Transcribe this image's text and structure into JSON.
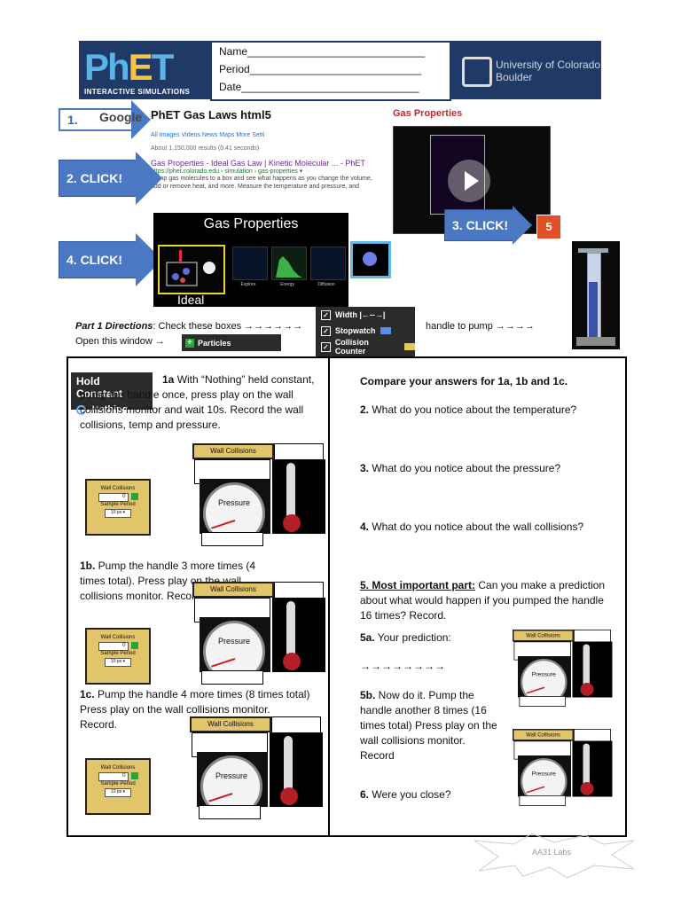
{
  "header": {
    "phet_logo_text": "PhET",
    "phet_logo_subtext": "INTERACTIVE SIMULATIONS",
    "name_line": "Name______________________________",
    "period_line": "Period_____________________________",
    "date_line": "Date______________________________",
    "university": [
      "University of Colorado",
      "Boulder"
    ]
  },
  "steps": {
    "step1_label": "1.",
    "google_logo": "Google",
    "search_query": "PhET Gas Laws html5",
    "search_tabs": "All   Images   Videos   News   Maps   More      Setti",
    "results_count": "About 1,150,000 results (0.41 seconds)",
    "result_title": "Gas Properties - Ideal Gas Law | Kinetic Molecular ... - PhET",
    "result_url": "https://phet.colorado.edu › simulation › gas-properties ▾",
    "result_desc": "Pump gas molecules to a box and see what happens as you change the volume, add or remove heat, and more. Measure the temperature and pressure, and",
    "step2_label": "2. CLICK!",
    "sim_page_title": "Gas Properties",
    "step3_label": "3. CLICK!",
    "html5_badge": "5",
    "step4_label": "4. CLICK!",
    "gp_screen_title": "Gas Properties",
    "ideal_label": "Ideal",
    "thumb_labels": [
      "Explore",
      "Energy",
      "Diffusion"
    ]
  },
  "directions": {
    "part_label": "Part 1 Directions",
    "line1_rest": ": Check these boxes →→→→→→",
    "line2": "Open this window →",
    "particles_button": "Particles",
    "handle_text": "handle to pump →→→→",
    "checkboxes": [
      "Width  |←--→|",
      "Stopwatch",
      "Collision Counter"
    ]
  },
  "left": {
    "hold_title": "Hold Constant",
    "hold_option": "Nothing",
    "q1a_num": "1a",
    "q1a_text": " With “Nothing” held constant, pump the handle once, press play on the wall collisions monitor and wait 10s. Record the wall collisions, temp and pressure.",
    "q1b_num": "1b.",
    "q1b_text": " Pump the handle 3 more times (4 times total). Press play on the wall collisions monitor. Record.",
    "q1c_num": "1c.",
    "q1c_text": " Pump the handle 4 more times (8 times total) Press play on the wall collisions monitor. Record."
  },
  "widget": {
    "title": "Wall Collisions",
    "count": "0",
    "sample_label": "Sample Period",
    "sample_value": "10 ps ▾",
    "pressure_label": "Pressure"
  },
  "right": {
    "compare": "Compare your answers for 1a, 1b and 1c.",
    "q2_num": "2.",
    "q2_text": " What do you notice about the temperature?",
    "q3_num": "3.",
    "q3_text": " What do you notice about the pressure?",
    "q4_num": "4.",
    "q4_text": " What do you notice about the wall collisions?",
    "q5_num": "5. Most important part:",
    "q5_text": " Can you make a prediction about what would happen if you pumped the handle 16 times? Record.",
    "q5a_num": "5a.",
    "q5a_text": " Your prediction:",
    "arrows": "→→→→→→→→",
    "q5b_num": "5b.",
    "q5b_text": " Now do it. Pump the handle another 8 times (16 times total) Press play on the wall collisions monitor.  Record",
    "q6_num": "6.",
    "q6_text": " Were you close?"
  },
  "footer": {
    "stamp": "AA31 Labs"
  }
}
